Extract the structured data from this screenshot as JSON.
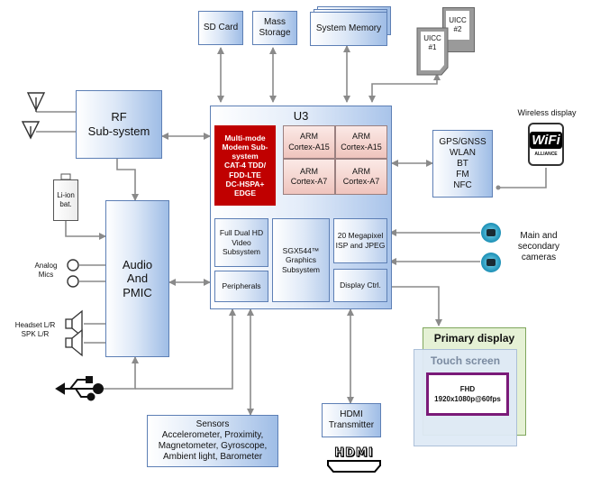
{
  "top": {
    "sd_card": "SD Card",
    "mass_storage_l1": "Mass",
    "mass_storage_l2": "Storage",
    "system_memory": "System Memory",
    "uicc1_l1": "UICC",
    "uicc1_l2": "#1",
    "uicc2_l1": "UICC",
    "uicc2_l2": "#2"
  },
  "rf": {
    "l1": "RF",
    "l2": "Sub-system"
  },
  "battery": {
    "l1": "Li-ion",
    "l2": "bat."
  },
  "pmic": {
    "l1": "Audio",
    "l2": "And",
    "l3": "PMIC"
  },
  "audio_io": {
    "analog_mics_l1": "Analog",
    "analog_mics_l2": "Mics",
    "headset_l1": "Headset L/R",
    "headset_l2": "SPK L/R"
  },
  "u3": {
    "title": "U3",
    "modem": [
      "Multi-mode",
      "Modem Sub-",
      "system",
      "CAT-4 TDD/",
      "FDD-LTE",
      "DC-HSPA+",
      "EDGE"
    ],
    "arm": [
      {
        "l1": "ARM",
        "l2": "Cortex-A15"
      },
      {
        "l1": "ARM",
        "l2": "Cortex-A15"
      },
      {
        "l1": "ARM",
        "l2": "Cortex-A7"
      },
      {
        "l1": "ARM",
        "l2": "Cortex-A7"
      }
    ],
    "video": [
      "Full Dual HD",
      "Video",
      "Subsystem"
    ],
    "graphics": [
      "SGX544™",
      "Graphics",
      "Subsystem"
    ],
    "isp": [
      "20 Megapixel",
      "ISP and JPEG"
    ],
    "peripherals": "Peripherals",
    "display_ctrl": "Display Ctrl."
  },
  "connectivity": [
    "GPS/GNSS",
    "WLAN",
    "BT",
    "FM",
    "NFC"
  ],
  "wireless_display": {
    "label": "Wireless display",
    "logo_text": "WiFi",
    "logo_sub": "ALLIANCE"
  },
  "cameras": {
    "l1": "Main and",
    "l2": "secondary",
    "l3": "cameras"
  },
  "display": {
    "primary": "Primary display",
    "touch": "Touch screen",
    "res_l1": "FHD",
    "res_l2": "1920x1080p@60fps"
  },
  "sensors": {
    "title": "Sensors",
    "l1": "Accelerometer, Proximity,",
    "l2": "Magnetometer, Gyroscope,",
    "l3": "Ambient light, Barometer"
  },
  "hdmi": {
    "l1": "HDMI",
    "l2": "Transmitter",
    "logo": "HDMI"
  }
}
